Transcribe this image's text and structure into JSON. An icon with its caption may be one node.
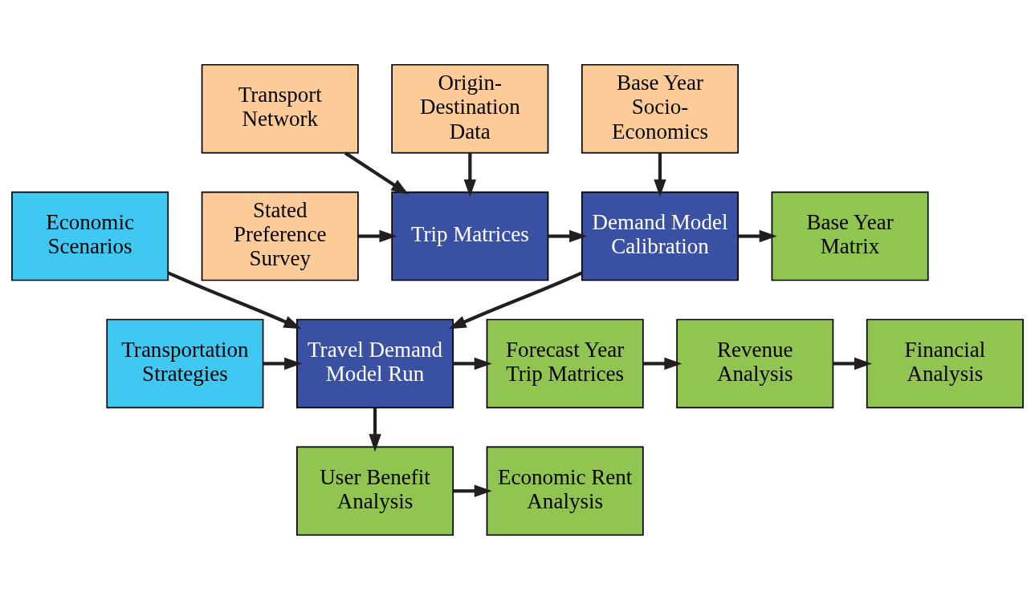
{
  "diagram": {
    "nodes": [
      {
        "text": [
          "Transport Network"
        ]
      },
      {
        "text": [
          "Base Year Socio-Economics"
        ]
      },
      {
        "text": [
          "Stated Preference Survey"
        ]
      },
      {
        "text": [
          "Trip Matrices"
        ]
      },
      {
        "text": [
          "Demand Model Calibration"
        ]
      },
      {
        "text": [
          "Base Year Matrix"
        ]
      },
      {
        "text": [
          "Origin-Destination Data"
        ]
      },
      {
        "text": [
          "Economic Scenarios"
        ]
      },
      {
        "text": [
          "Transportation Strategies"
        ]
      },
      {
        "text": [
          "Travel Demand Model Run"
        ]
      },
      {
        "text": [
          "Forecast Year Trip Matrices"
        ]
      },
      {
        "text": [
          "Revenue Analysis"
        ]
      },
      {
        "text": [
          "Financial Analysis"
        ]
      },
      {
        "text": [
          "User Benefit Analysis"
        ]
      },
      {
        "text": [
          "Economic Rent Analysis"
        ]
      }
    ],
    "edges": [
      {
        "from": 0,
        "to": 3,
        "arrow": "to"
      },
      {
        "from": 1,
        "to": 4,
        "arrow": "to"
      },
      {
        "from": 2,
        "to": 3,
        "arrow": "to"
      },
      {
        "from": 6,
        "to": 3,
        "arrow": "to"
      },
      {
        "from": 3,
        "to": 4,
        "arrow": "to"
      },
      {
        "from": 4,
        "to": 5,
        "arrow": "to"
      },
      {
        "from": 4,
        "to": 9,
        "arrow": "to"
      },
      {
        "from": 7,
        "to": 9,
        "arrow": "to"
      },
      {
        "from": 8,
        "to": 9,
        "arrow": "to"
      },
      {
        "from": 9,
        "to": 10,
        "arrow": "to"
      },
      {
        "from": 10,
        "to": 11,
        "arrow": "to"
      },
      {
        "from": 11,
        "to": 12,
        "arrow": "to"
      },
      {
        "from": 9,
        "to": 13,
        "arrow": "to"
      },
      {
        "from": 13,
        "to": 14,
        "arrow": "to"
      }
    ]
  }
}
